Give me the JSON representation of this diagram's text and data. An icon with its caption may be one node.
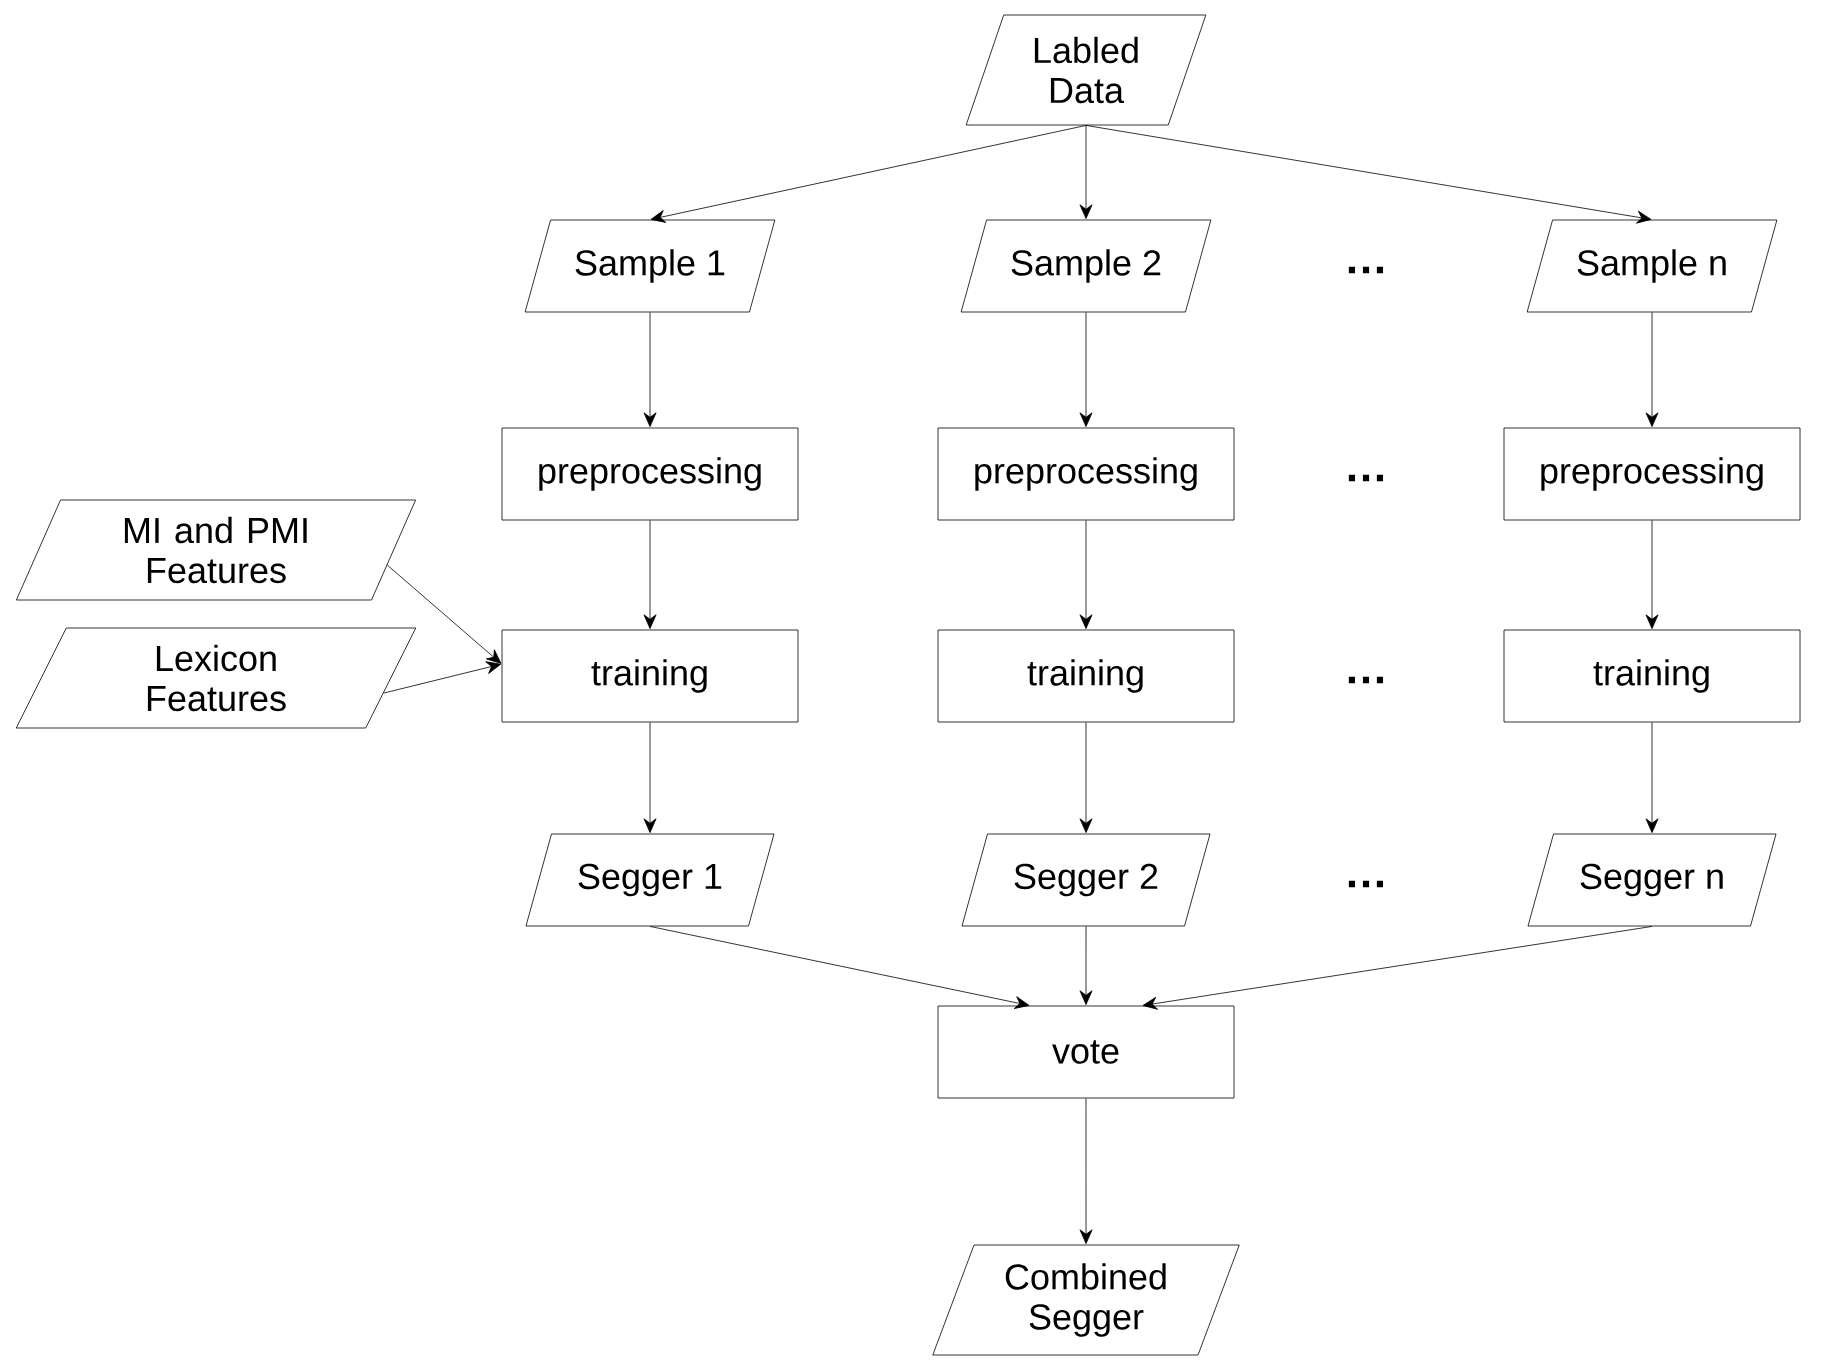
{
  "diagram": {
    "nodes": [
      {
        "text": [
          "Labled Data"
        ]
      },
      {
        "text": [
          "Sample 1"
        ]
      },
      {
        "text": [
          "Sample 2"
        ]
      },
      {
        "text": [
          "Sample n"
        ]
      },
      {
        "text": [
          "preprocessing"
        ]
      },
      {
        "text": [
          "preprocessing"
        ]
      },
      {
        "text": [
          "preprocessing"
        ]
      },
      {
        "text": [
          "MI and PMI Features"
        ]
      },
      {
        "text": [
          "Lexicon Features"
        ]
      },
      {
        "text": [
          "training"
        ]
      },
      {
        "text": [
          "training"
        ]
      },
      {
        "text": [
          "training"
        ]
      },
      {
        "text": [
          "Segger 1"
        ]
      },
      {
        "text": [
          "Segger 2"
        ]
      },
      {
        "text": [
          "Segger n"
        ]
      },
      {
        "text": [
          "vote"
        ]
      },
      {
        "text": [
          "Combined Segger"
        ]
      }
    ],
    "edges": [
      {
        "from": 0,
        "to": 1,
        "arrow": "to"
      },
      {
        "from": 0,
        "to": 2,
        "arrow": "to"
      },
      {
        "from": 0,
        "to": 3,
        "arrow": "to"
      },
      {
        "from": 1,
        "to": 4,
        "arrow": "to"
      },
      {
        "from": 2,
        "to": 5,
        "arrow": "to"
      },
      {
        "from": 3,
        "to": 6,
        "arrow": "to"
      },
      {
        "from": 4,
        "to": 9,
        "arrow": "to"
      },
      {
        "from": 5,
        "to": 10,
        "arrow": "to"
      },
      {
        "from": 6,
        "to": 11,
        "arrow": "to"
      },
      {
        "from": 7,
        "to": 9,
        "arrow": "to"
      },
      {
        "from": 8,
        "to": 9,
        "arrow": "to"
      },
      {
        "from": 9,
        "to": 12,
        "arrow": "to"
      },
      {
        "from": 10,
        "to": 13,
        "arrow": "to"
      },
      {
        "from": 11,
        "to": 14,
        "arrow": "to"
      },
      {
        "from": 12,
        "to": 15,
        "arrow": "to"
      },
      {
        "from": 13,
        "to": 15,
        "arrow": "to"
      },
      {
        "from": 14,
        "to": 15,
        "arrow": "to"
      },
      {
        "from": 15,
        "to": 16,
        "arrow": "to"
      }
    ],
    "labels": [
      "…",
      "…",
      "…",
      "…"
    ]
  }
}
